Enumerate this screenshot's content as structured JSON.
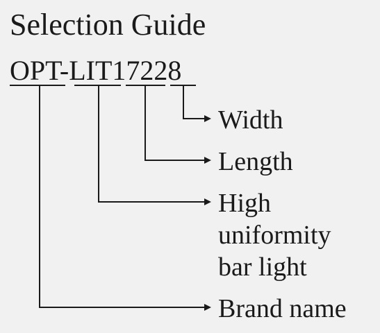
{
  "title": "Selection Guide",
  "code": {
    "brand": "OPT",
    "dash": "-",
    "series": "LIT",
    "length": "172",
    "width": "28"
  },
  "labels": {
    "width": "Width",
    "length": "Length",
    "uniformity": "High\nuniformity\nbar light",
    "brand": "Brand name"
  }
}
